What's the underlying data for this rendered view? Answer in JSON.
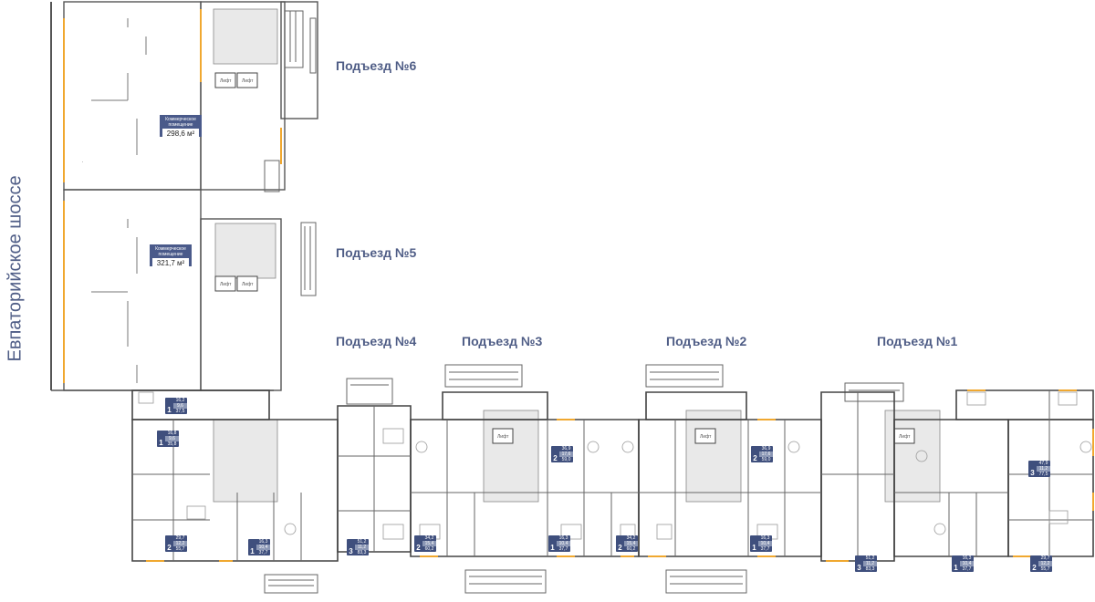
{
  "street_label": "Евпаторийское шоссе",
  "entrances": [
    {
      "label": "Подъезд №6"
    },
    {
      "label": "Подъезд №5"
    },
    {
      "label": "Подъезд №4"
    },
    {
      "label": "Подъезд №3"
    },
    {
      "label": "Подъезд №2"
    },
    {
      "label": "Подъезд №1"
    }
  ],
  "commercial": [
    {
      "label": "Коммерческое помещение",
      "area": "298,6 м²"
    },
    {
      "label": "Коммерческое помещение",
      "area": "321,7 м²"
    }
  ],
  "lift_label": "Лифт",
  "apartments": [
    {
      "rooms": "1",
      "v1": "16,2",
      "v2": "9,6",
      "v3": "37,5"
    },
    {
      "rooms": "1",
      "v1": "16,8",
      "v2": "9,6",
      "v3": "35,8"
    },
    {
      "rooms": "1",
      "v1": "16,3",
      "v2": "10,4",
      "v3": "37,7"
    },
    {
      "rooms": "2",
      "v1": "29,7",
      "v2": "12,2",
      "v3": "55,7"
    },
    {
      "rooms": "3",
      "v1": "51,2",
      "v2": "11,2",
      "v3": "83,3"
    },
    {
      "rooms": "2",
      "v1": "34,2",
      "v2": "15,4",
      "v3": "60,2"
    },
    {
      "rooms": "1",
      "v1": "16,3",
      "v2": "10,4",
      "v3": "37,7"
    },
    {
      "rooms": "2",
      "v1": "36,9",
      "v2": "17,6",
      "v3": "59,0"
    },
    {
      "rooms": "2",
      "v1": "34,2",
      "v2": "15,4",
      "v3": "60,2"
    },
    {
      "rooms": "1",
      "v1": "16,3",
      "v2": "10,4",
      "v3": "37,7"
    },
    {
      "rooms": "2",
      "v1": "36,9",
      "v2": "17,6",
      "v3": "59,0"
    },
    {
      "rooms": "3",
      "v1": "51,2",
      "v2": "11,2",
      "v3": "83,3"
    },
    {
      "rooms": "1",
      "v1": "16,3",
      "v2": "10,4",
      "v3": "37,7"
    },
    {
      "rooms": "2",
      "v1": "29,7",
      "v2": "12,2",
      "v3": "55,7"
    },
    {
      "rooms": "3",
      "v1": "47,9",
      "v2": "11,2",
      "v3": "77,5"
    }
  ]
}
